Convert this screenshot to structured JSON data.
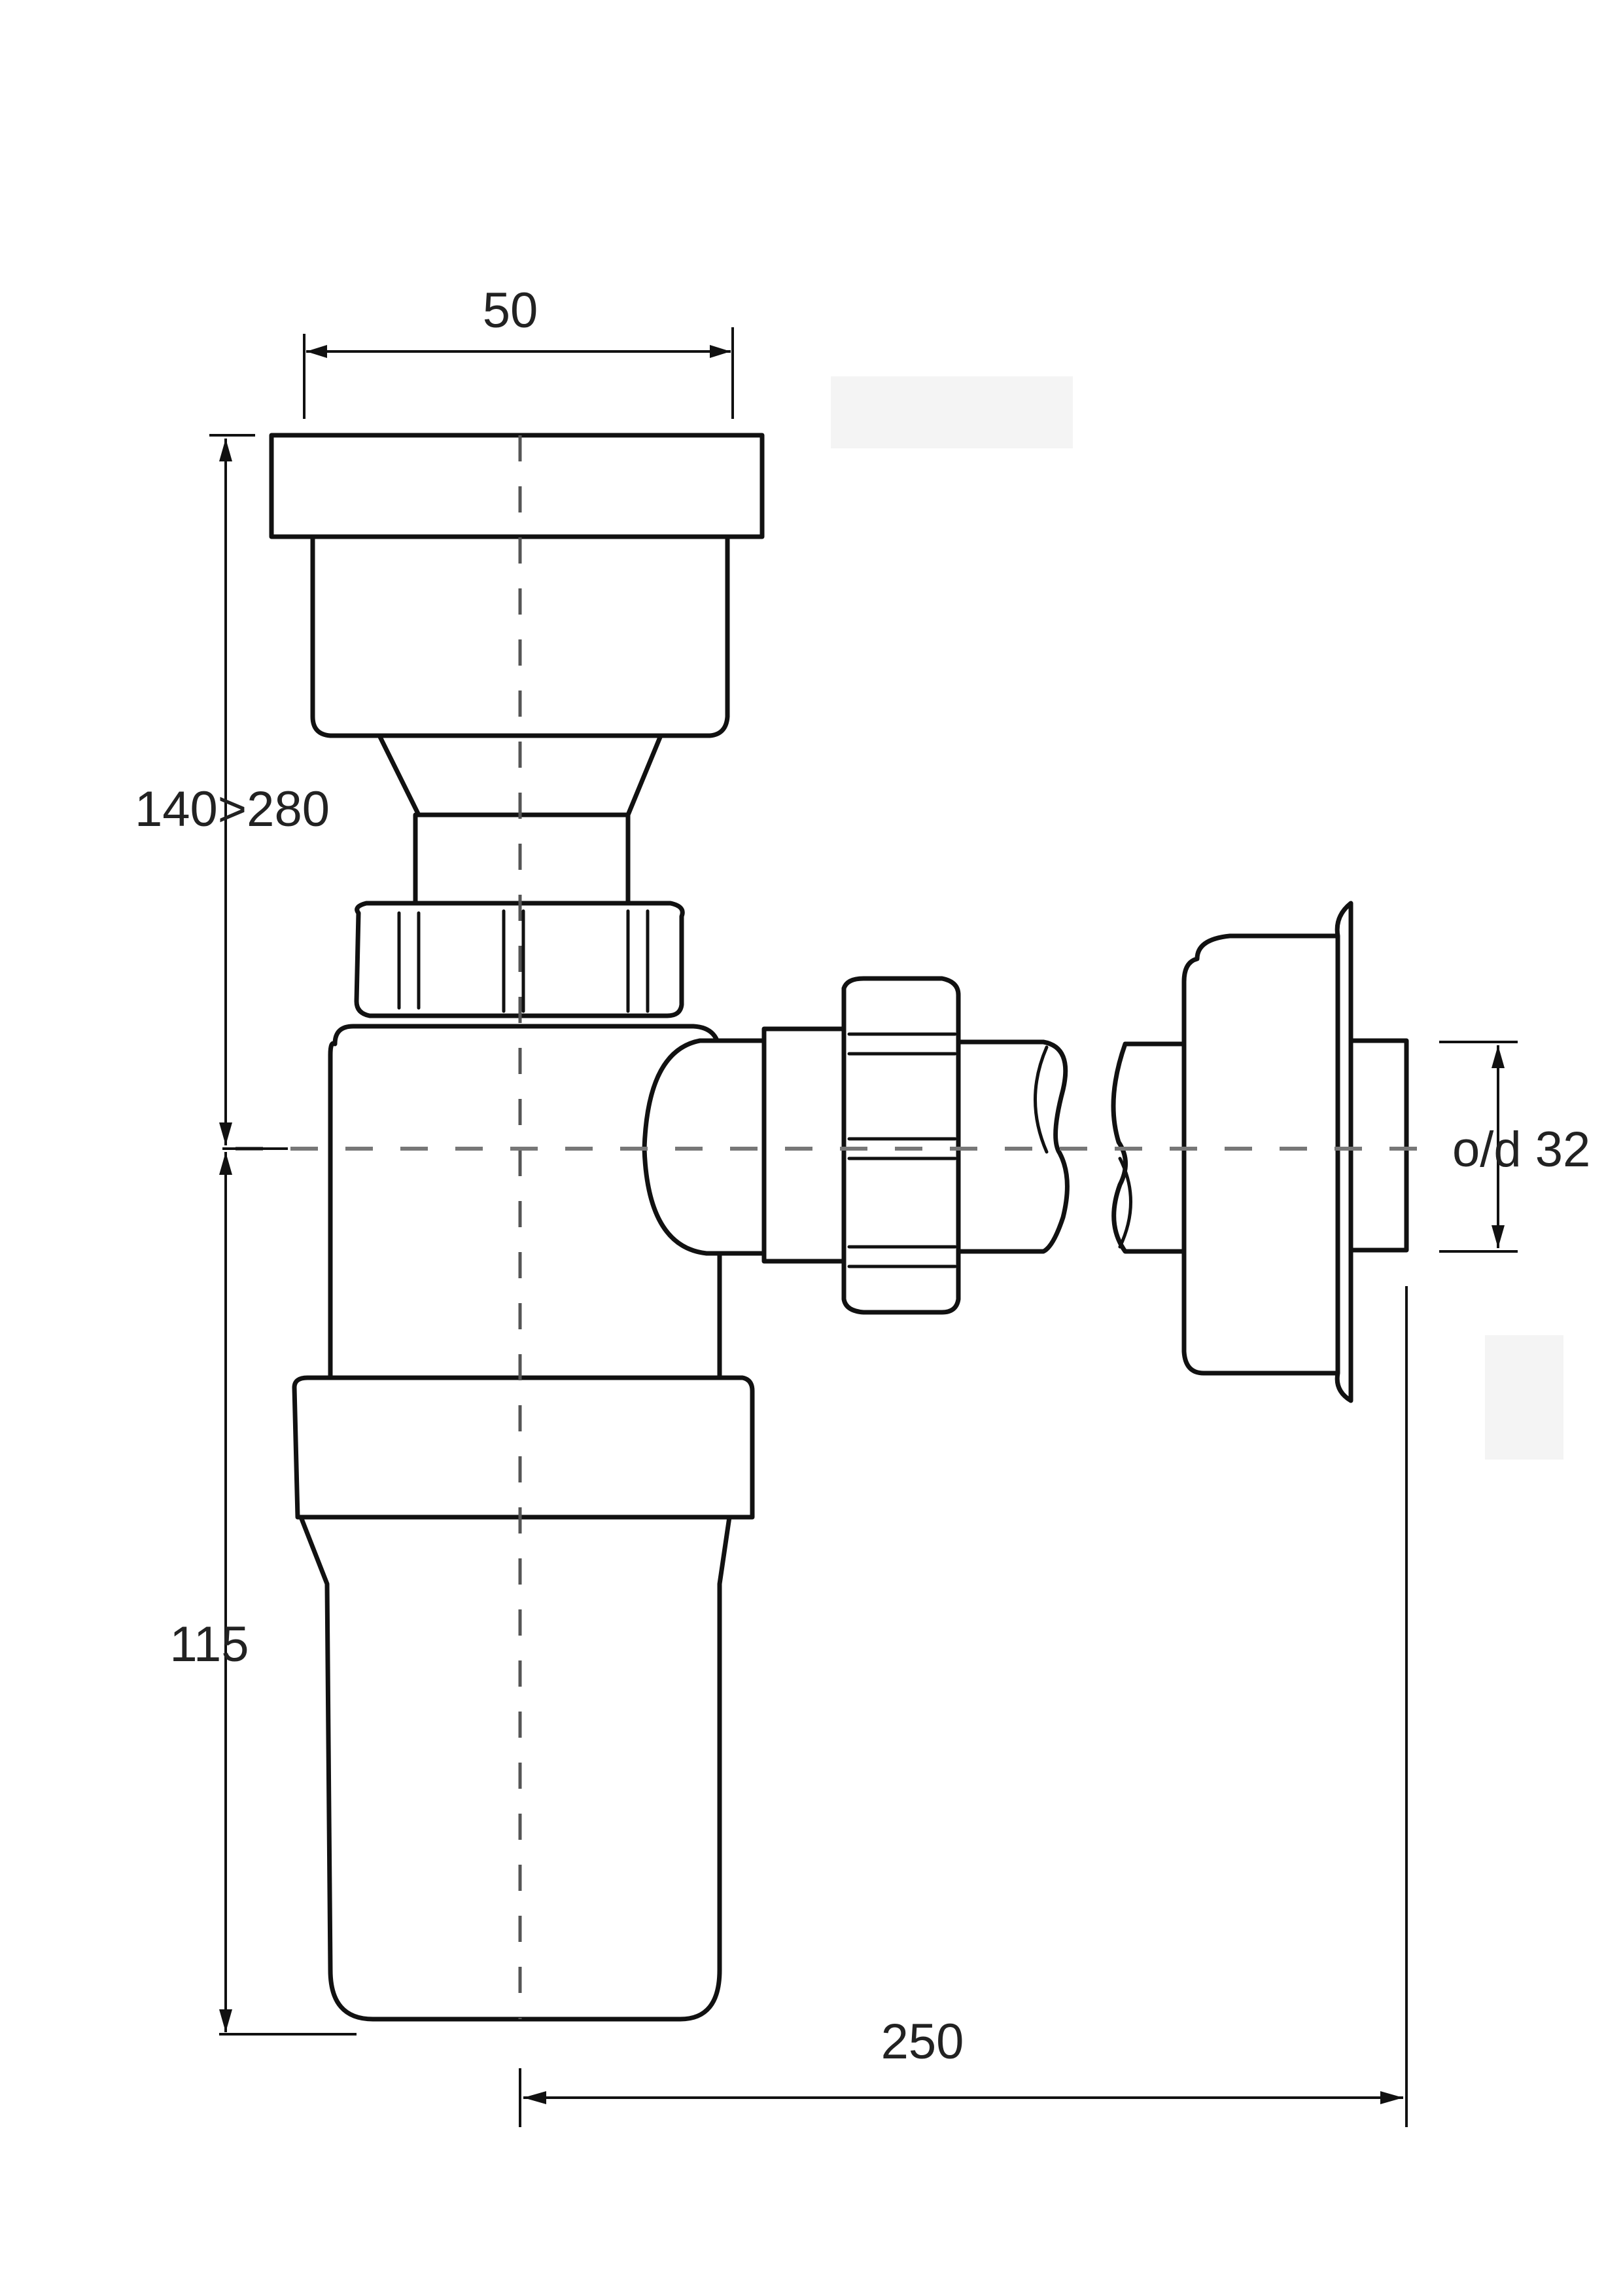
{
  "dimensions": {
    "top_width": "50",
    "inlet_height": "140>280",
    "trap_height": "115",
    "projection": "250",
    "outlet_diameter": "o/d 32"
  },
  "colors": {
    "line": "#111111",
    "centerline": "#777777",
    "background": "#ffffff"
  }
}
